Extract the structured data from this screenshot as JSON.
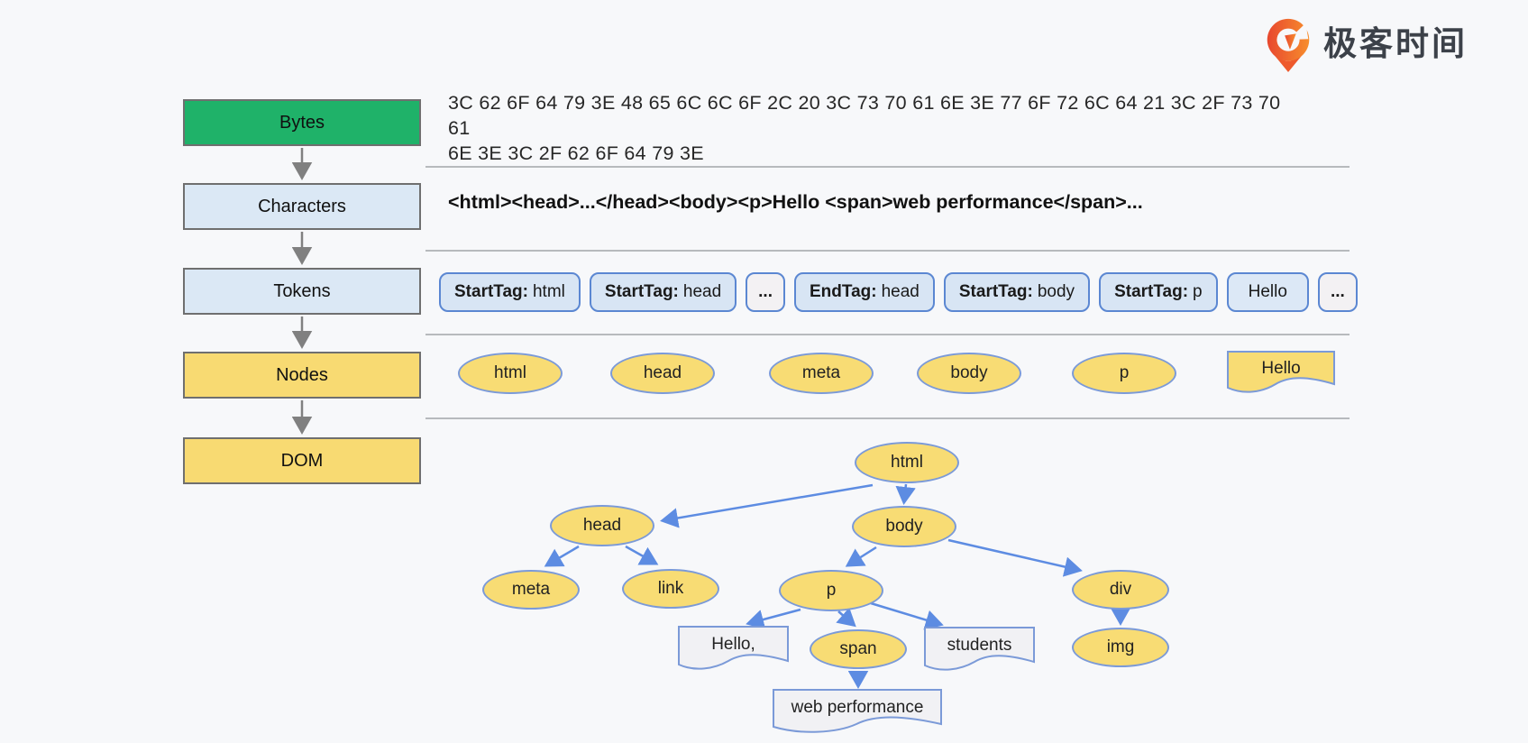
{
  "logo": {
    "brand": "极客时间"
  },
  "pipeline": {
    "items": [
      {
        "label": "Bytes"
      },
      {
        "label": "Characters"
      },
      {
        "label": "Tokens"
      },
      {
        "label": "Nodes"
      },
      {
        "label": "DOM"
      }
    ]
  },
  "bytes": {
    "line1": "3C 62 6F 64 79 3E 48 65 6C 6C 6F 2C 20 3C 73 70 61 6E 3E 77 6F 72 6C 64 21 3C 2F 73 70 61",
    "line2": "6E 3E 3C 2F 62 6F 64 79 3E"
  },
  "characters": {
    "text": "<html><head>...</head><body><p>Hello <span>web performance</span>..."
  },
  "tokens": {
    "items": [
      {
        "tag": "StartTag:",
        "value": "html"
      },
      {
        "tag": "StartTag:",
        "value": "head"
      },
      {
        "value": "..."
      },
      {
        "tag": "EndTag:",
        "value": "head"
      },
      {
        "tag": "StartTag:",
        "value": "body"
      },
      {
        "tag": "StartTag:",
        "value": "p"
      },
      {
        "value": "Hello"
      },
      {
        "value": "..."
      }
    ]
  },
  "nodes_row": {
    "items": [
      {
        "label": "html"
      },
      {
        "label": "head"
      },
      {
        "label": "meta"
      },
      {
        "label": "body"
      },
      {
        "label": "p"
      }
    ],
    "text_node": {
      "label": "Hello"
    }
  },
  "dom_tree": {
    "nodes": {
      "html": "html",
      "head": "head",
      "body": "body",
      "meta": "meta",
      "link": "link",
      "p": "p",
      "div": "div",
      "span": "span",
      "img": "img"
    },
    "text_nodes": {
      "hello": "Hello,",
      "students": "students",
      "web_performance": "web performance"
    }
  },
  "colors": {
    "bytes_box": "#1fb269",
    "chars_tokens_box": "#dbe8f5",
    "nodes_dom_box": "#f8da72",
    "token_pill_fill": "#d8e5f4",
    "token_pill_border": "#5b87d2",
    "ellipse_fill": "#f8dc74",
    "ellipse_border": "#7b9ad8",
    "tree_arrow": "#5d8ce2",
    "pipeline_arrow": "#808080",
    "logo_orange": "#ee5a2d"
  }
}
